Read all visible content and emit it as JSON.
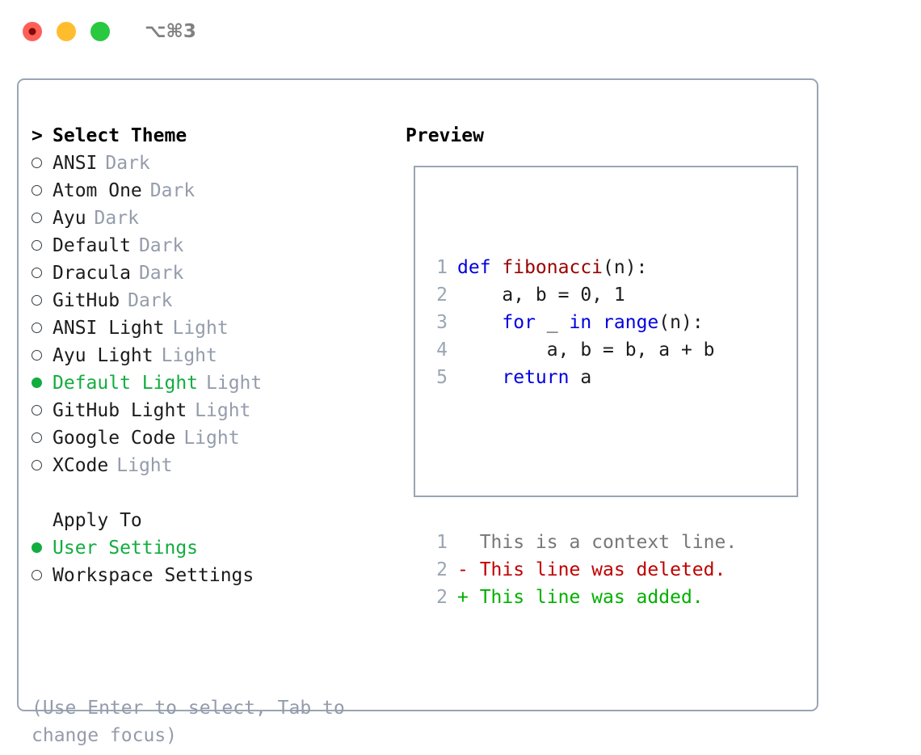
{
  "titlebar": {
    "lights": [
      "close-red",
      "minimize-yellow",
      "maximize-green"
    ],
    "shortcut": "⌥⌘3"
  },
  "theme_panel": {
    "heading": "Select Theme",
    "heading_marker": ">",
    "items": [
      {
        "label": "ANSI",
        "tag": "Dark",
        "selected": false
      },
      {
        "label": "Atom One",
        "tag": "Dark",
        "selected": false
      },
      {
        "label": "Ayu",
        "tag": "Dark",
        "selected": false
      },
      {
        "label": "Default",
        "tag": "Dark",
        "selected": false
      },
      {
        "label": "Dracula",
        "tag": "Dark",
        "selected": false
      },
      {
        "label": "GitHub",
        "tag": "Dark",
        "selected": false
      },
      {
        "label": "ANSI Light",
        "tag": "Light",
        "selected": false
      },
      {
        "label": "Ayu Light",
        "tag": "Light",
        "selected": false
      },
      {
        "label": "Default Light",
        "tag": "Light",
        "selected": true
      },
      {
        "label": "GitHub Light",
        "tag": "Light",
        "selected": false
      },
      {
        "label": "Google Code",
        "tag": "Light",
        "selected": false
      },
      {
        "label": "XCode",
        "tag": "Light",
        "selected": false
      }
    ]
  },
  "apply_to": {
    "heading": "Apply To",
    "items": [
      {
        "label": "User Settings",
        "selected": true
      },
      {
        "label": "Workspace Settings",
        "selected": false
      }
    ]
  },
  "hint": "(Use Enter to select, Tab to change focus)",
  "preview": {
    "title": "Preview",
    "code_lines": [
      {
        "num": "1",
        "tokens": [
          {
            "text": "def ",
            "cls": "kw"
          },
          {
            "text": "fibonacci",
            "cls": "fn"
          },
          {
            "text": "(n):",
            "cls": "plain-code"
          }
        ]
      },
      {
        "num": "2",
        "tokens": [
          {
            "text": "    a, b = 0, 1",
            "cls": "plain-code"
          }
        ]
      },
      {
        "num": "3",
        "tokens": [
          {
            "text": "    ",
            "cls": "plain-code"
          },
          {
            "text": "for",
            "cls": "kw"
          },
          {
            "text": " _ ",
            "cls": "plain-code"
          },
          {
            "text": "in",
            "cls": "kw"
          },
          {
            "text": " ",
            "cls": "plain-code"
          },
          {
            "text": "range",
            "cls": "kw"
          },
          {
            "text": "(n):",
            "cls": "plain-code"
          }
        ]
      },
      {
        "num": "4",
        "tokens": [
          {
            "text": "        a, b = b, a + b",
            "cls": "plain-code"
          }
        ]
      },
      {
        "num": "5",
        "tokens": [
          {
            "text": "    ",
            "cls": "plain-code"
          },
          {
            "text": "return",
            "cls": "kw"
          },
          {
            "text": " a",
            "cls": "plain-code"
          }
        ]
      }
    ],
    "diff_lines": [
      {
        "num": "1",
        "text": "  This is a context line.",
        "cls": "diff-ctx"
      },
      {
        "num": "2",
        "text": "- This line was deleted.",
        "cls": "diff-del"
      },
      {
        "num": "2",
        "text": "+ This line was added.",
        "cls": "diff-add"
      }
    ]
  },
  "colors": {
    "accent_green": "#12ad3f",
    "muted": "#949cab",
    "border": "#9aa5b4",
    "keyword": "#0000e0",
    "function": "#9b0000",
    "diff_added": "#00b000",
    "diff_deleted": "#c00000",
    "diff_context": "#777777",
    "light_red": "#ff5f57",
    "light_yellow": "#ffbd2e",
    "light_green": "#28c840"
  }
}
